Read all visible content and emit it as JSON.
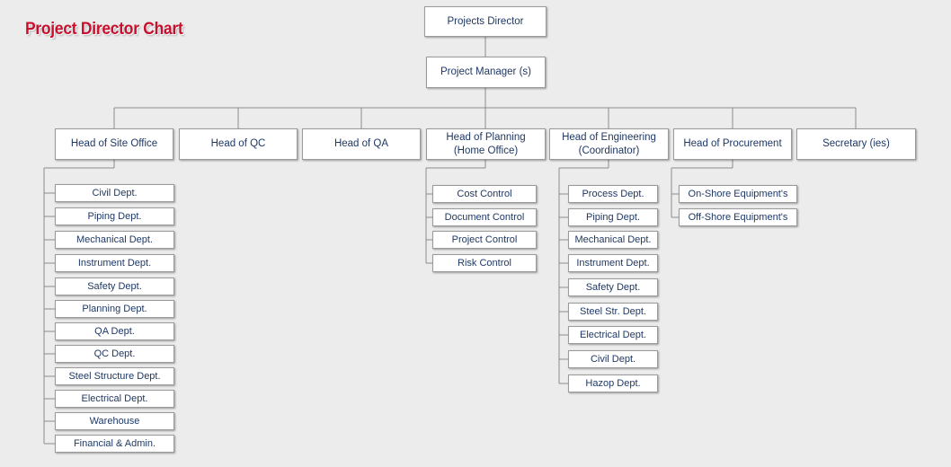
{
  "title": "Project Director Chart",
  "director": "Projects Director",
  "manager": "Project Manager (s)",
  "heads": {
    "site_office": "Head of Site Office",
    "qc": "Head of QC",
    "qa": "Head of QA",
    "planning": "Head of Planning\n(Home Office)",
    "engineering": "Head of Engineering\n(Coordinator)",
    "procurement": "Head of Procurement",
    "secretary": "Secretary (ies)"
  },
  "site_office_depts": [
    "Civil Dept.",
    "Piping Dept.",
    "Mechanical Dept.",
    "Instrument Dept.",
    "Safety Dept.",
    "Planning Dept.",
    "QA Dept.",
    "QC Dept.",
    "Steel Structure Dept.",
    "Electrical Dept.",
    "Warehouse",
    "Financial & Admin."
  ],
  "planning_depts": [
    "Cost Control",
    "Document Control",
    "Project Control",
    "Risk Control"
  ],
  "engineering_depts": [
    "Process Dept.",
    "Piping Dept.",
    "Mechanical Dept.",
    "Instrument Dept.",
    "Safety Dept.",
    "Steel Str. Dept.",
    "Electrical Dept.",
    "Civil Dept.",
    "Hazop Dept."
  ],
  "procurement_depts": [
    "On-Shore Equipment's",
    "Off-Shore Equipment's"
  ],
  "colors": {
    "title": "#c8102e",
    "box_text": "#1f3864",
    "line": "#8c8c8c",
    "background": "#ececec"
  }
}
